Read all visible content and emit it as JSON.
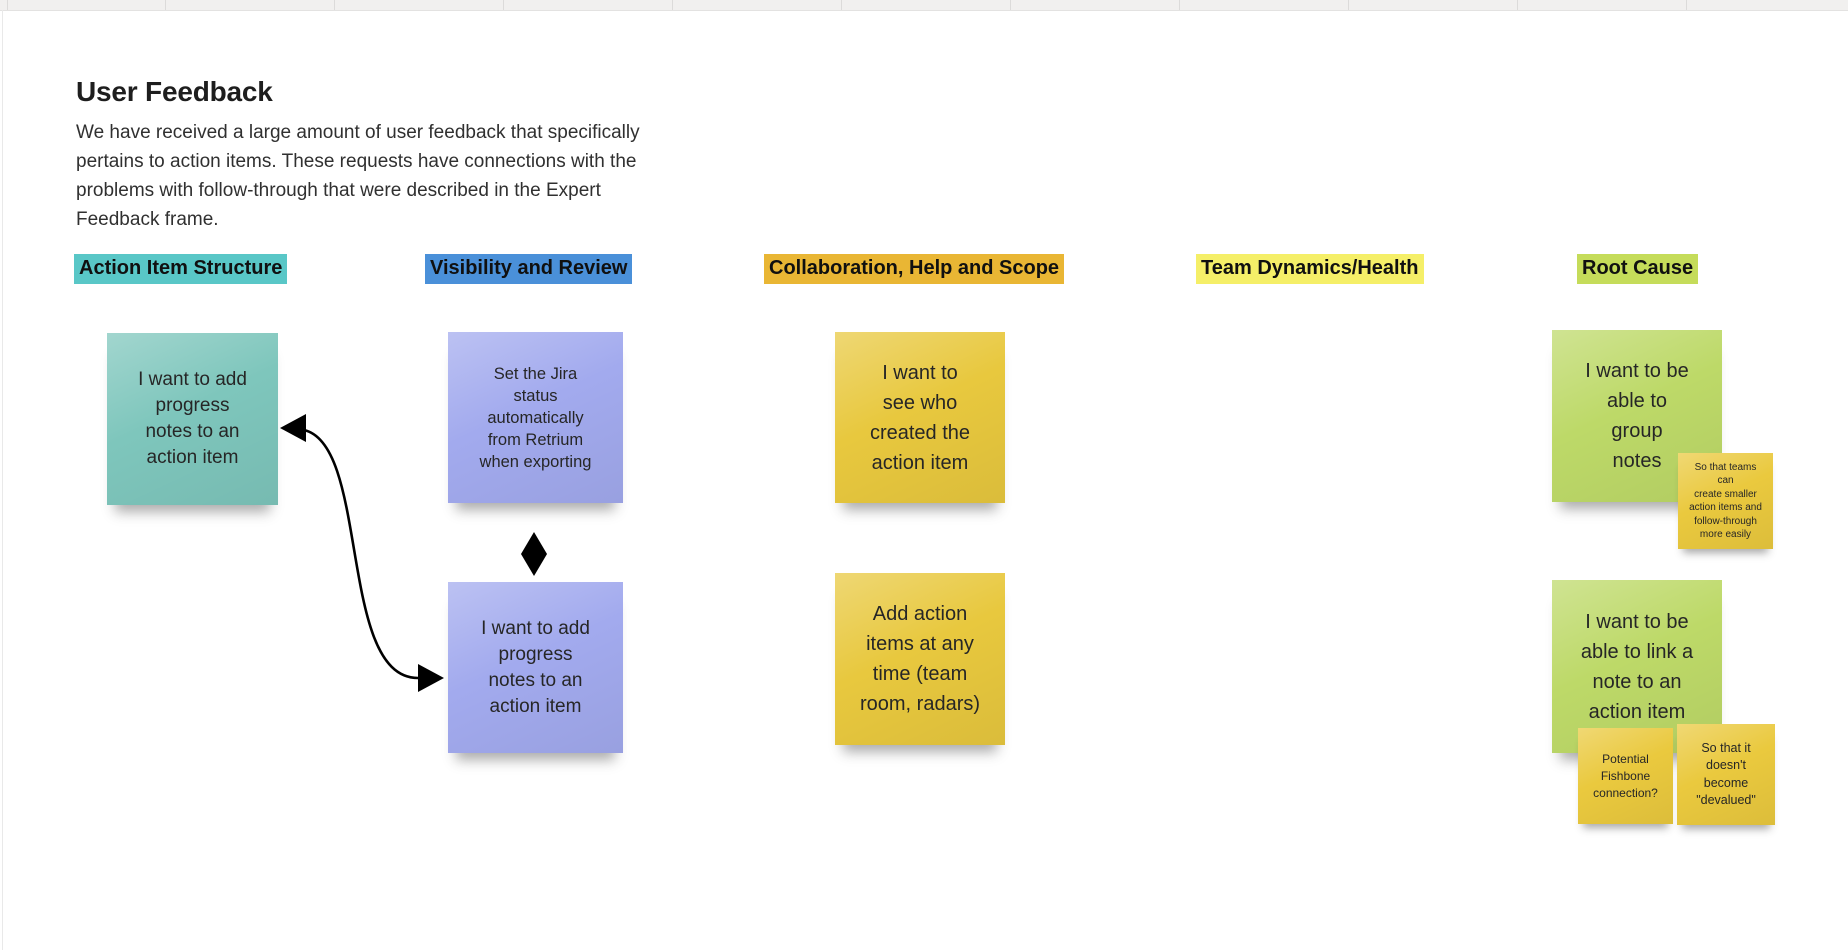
{
  "frame": {
    "title": "User Feedback",
    "description": "We have received a large amount of user feedback that specifically\npertains to action items. These requests have connections with the\nproblems with follow-through that were described in the Expert\nFeedback frame."
  },
  "columns": [
    {
      "label": "Action Item Structure",
      "highlight_color": "#59c7c7",
      "stickies": [
        {
          "text": "I want to add\nprogress\nnotes to an\naction item",
          "color": "#7ec6bc"
        }
      ]
    },
    {
      "label": "Visibility and Review",
      "highlight_color": "#4a90d9",
      "stickies": [
        {
          "text": "Set the Jira\nstatus\nautomatically\nfrom Retrium\nwhen exporting",
          "color": "#a2aaee"
        },
        {
          "text": "I want to add\nprogress\nnotes to an\naction item",
          "color": "#a2aaee"
        }
      ]
    },
    {
      "label": "Collaboration, Help and Scope",
      "highlight_color": "#e9b634",
      "stickies": [
        {
          "text": "I want to\nsee who\ncreated the\naction item",
          "color": "#e8c83e"
        },
        {
          "text": "Add action\nitems at any\ntime (team\nroom, radars)",
          "color": "#e8c83e"
        }
      ]
    },
    {
      "label": "Team Dynamics/Health",
      "highlight_color": "#f5ef68",
      "stickies": []
    },
    {
      "label": "Root Cause",
      "highlight_color": "#c5dc5a",
      "stickies": [
        {
          "text": "I want to be\nable to\ngroup\nnotes",
          "color": "#bdd968"
        },
        {
          "text": "So that teams can\ncreate smaller\naction items and\nfollow-through\nmore easily",
          "color": "#eac93e"
        },
        {
          "text": "I want to be\nable to link a\nnote to an\naction item",
          "color": "#bdd968"
        },
        {
          "text": "Potential\nFishbone\nconnection?",
          "color": "#eac93e"
        },
        {
          "text": "So that it\ndoesn't\nbecome\n\"devalued\"",
          "color": "#eac93e"
        }
      ]
    }
  ],
  "connector": {
    "type": "curved double-arrow link between notes",
    "color": "#000000"
  }
}
